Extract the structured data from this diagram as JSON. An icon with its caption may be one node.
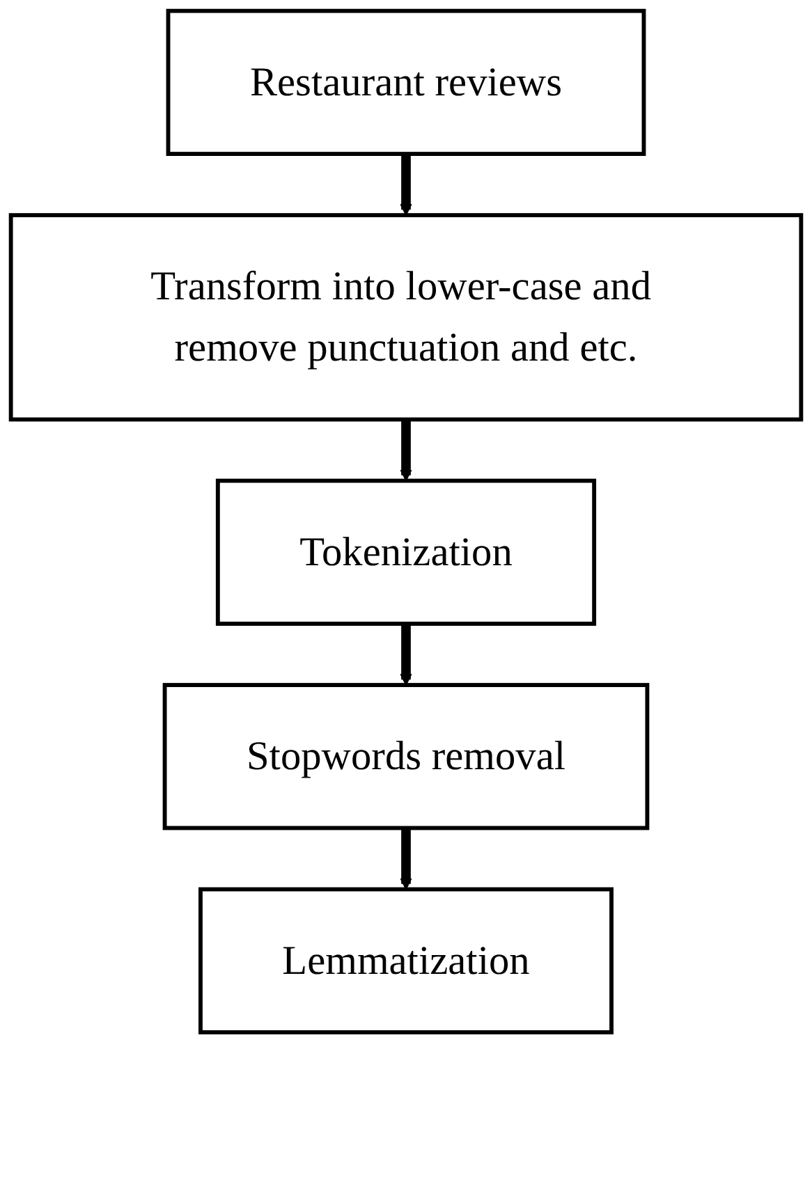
{
  "diagram": {
    "nodes": [
      {
        "text": [
          "Restaurant reviews"
        ]
      },
      {
        "text": [
          "Transform into lower-case and remove punctuation and etc."
        ]
      },
      {
        "text": [
          "Tokenization"
        ]
      },
      {
        "text": [
          "Stopwords removal"
        ]
      },
      {
        "text": [
          "Lemmatization"
        ]
      }
    ],
    "edges": [
      {
        "from": 0,
        "to": 1,
        "arrow": "to"
      },
      {
        "from": 1,
        "to": 2,
        "arrow": "to"
      },
      {
        "from": 2,
        "to": 3,
        "arrow": "to"
      },
      {
        "from": 3,
        "to": 4,
        "arrow": "to"
      }
    ]
  }
}
